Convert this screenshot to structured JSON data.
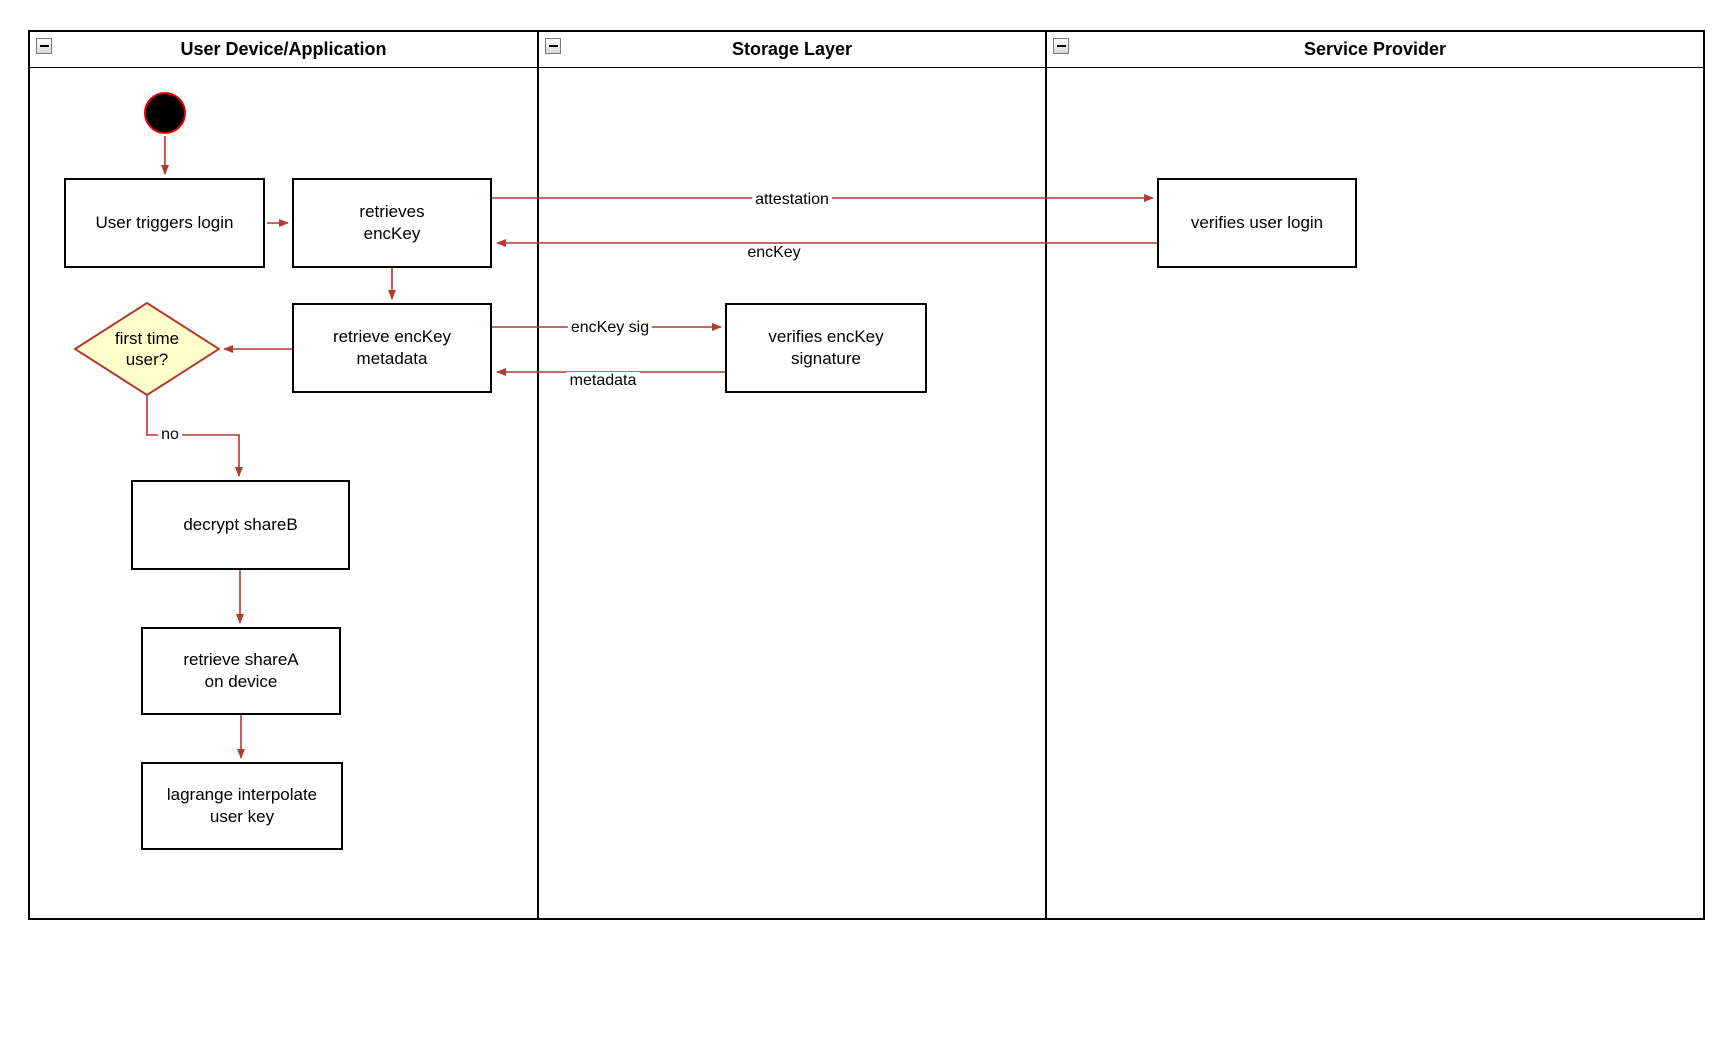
{
  "lanes": [
    {
      "title": "User Device/Application"
    },
    {
      "title": "Storage Layer"
    },
    {
      "title": "Service Provider"
    }
  ],
  "nodes": {
    "user_triggers_login": "User triggers login",
    "retrieves_enckey": "retrieves\nencKey",
    "verifies_user_login": "verifies user login",
    "retrieve_enckey_metadata": "retrieve encKey\nmetadata",
    "verifies_enckey_signature": "verifies encKey\nsignature",
    "first_time_user": "first time\nuser?",
    "decrypt_shareb": "decrypt shareB",
    "retrieve_sharea": "retrieve shareA\non device",
    "lagrange_interpolate": "lagrange interpolate\nuser key"
  },
  "edge_labels": {
    "attestation": "attestation",
    "enckey": "encKey",
    "enckey_sig": "encKey sig",
    "metadata": "metadata",
    "no": "no"
  },
  "colors": {
    "arrow": "#b23a32",
    "node_border": "#000000",
    "node_fill": "#ffffff",
    "diamond_fill": "#ffffcc",
    "diamond_border": "#b23a32",
    "start_fill": "#000000",
    "start_border": "#e60000"
  }
}
